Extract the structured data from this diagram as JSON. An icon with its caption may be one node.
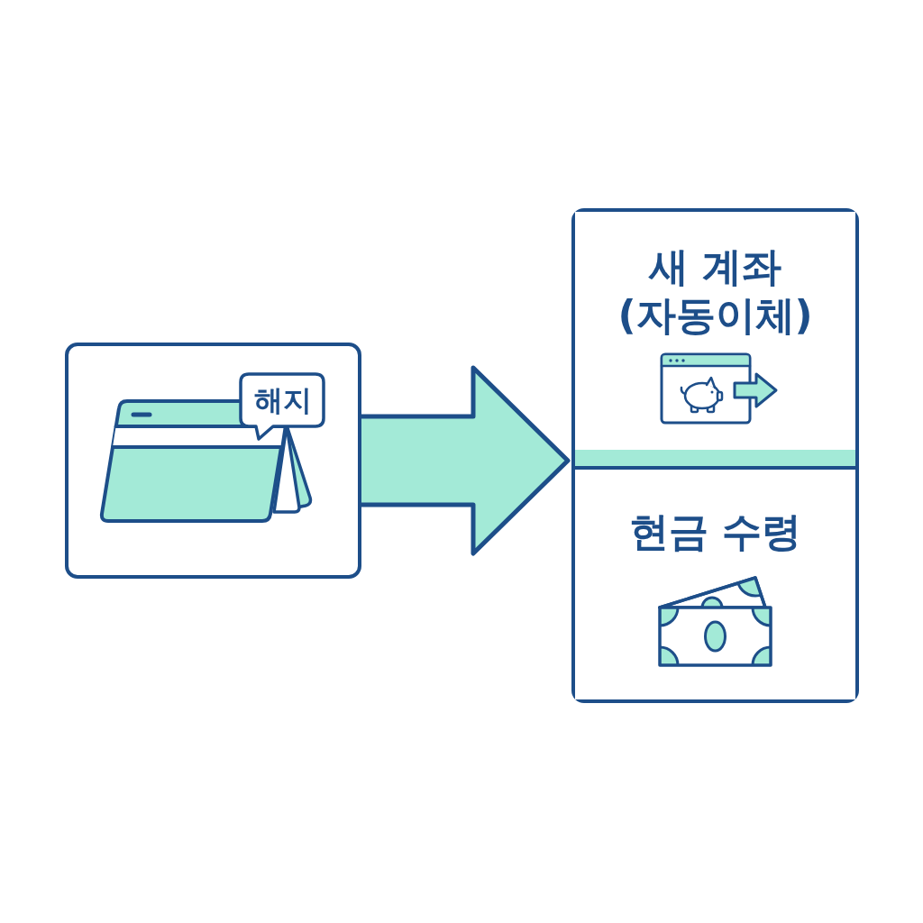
{
  "diagram": {
    "nodes": [
      {
        "text": [],
        "shape": "box"
      },
      {
        "text": [
          "해지"
        ],
        "in": 0
      },
      {
        "text": [],
        "shape": "box"
      },
      {
        "text": [
          "새 계좌 (자동이체)"
        ],
        "in": 2
      },
      {
        "text": [
          "현금 수령"
        ],
        "in": 2
      }
    ],
    "edges": [
      {
        "from": 0,
        "to": 2,
        "arrow": "to",
        "style": "thick"
      }
    ]
  }
}
